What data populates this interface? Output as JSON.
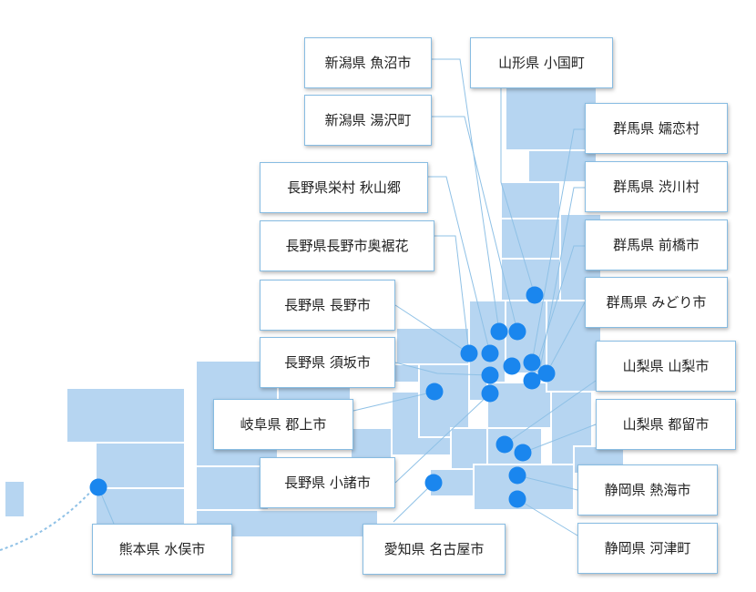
{
  "colors": {
    "region": "#b6d5f1",
    "border": "#ffffff",
    "marker": "#1a86ee",
    "leader": "#8fc1e6",
    "box_border": "#87bce2"
  },
  "labels": [
    {
      "id": "niigata-uonuma",
      "text": "新潟県 魚沼市"
    },
    {
      "id": "yamagata-oguni",
      "text": "山形県 小国町"
    },
    {
      "id": "niigata-yuzawa",
      "text": "新潟県 湯沢町"
    },
    {
      "id": "gunma-tsumagoi",
      "text": "群馬県 嬬恋村"
    },
    {
      "id": "nagano-sakae-akiyamago",
      "text": "長野県栄村 秋山郷"
    },
    {
      "id": "gunma-shibukawa",
      "text": "群馬県 渋川村"
    },
    {
      "id": "nagano-okususobana",
      "text": "長野県長野市奥裾花"
    },
    {
      "id": "gunma-maebashi",
      "text": "群馬県 前橋市"
    },
    {
      "id": "nagano-nagano",
      "text": "長野県 長野市"
    },
    {
      "id": "gunma-midori",
      "text": "群馬県 みどり市"
    },
    {
      "id": "nagano-suzaka",
      "text": "長野県 須坂市"
    },
    {
      "id": "yamanashi-yamanashi",
      "text": "山梨県 山梨市"
    },
    {
      "id": "gifu-gujo",
      "text": "岐阜県 郡上市"
    },
    {
      "id": "yamanashi-tsuru",
      "text": "山梨県 都留市"
    },
    {
      "id": "nagano-komoro",
      "text": "長野県 小諸市"
    },
    {
      "id": "shizuoka-atami",
      "text": "静岡県 熱海市"
    },
    {
      "id": "kumamoto-minamata",
      "text": "熊本県 水俣市"
    },
    {
      "id": "aichi-nagoya",
      "text": "愛知県 名古屋市"
    },
    {
      "id": "shizuoka-kawazu",
      "text": "静岡県 河津町"
    }
  ]
}
